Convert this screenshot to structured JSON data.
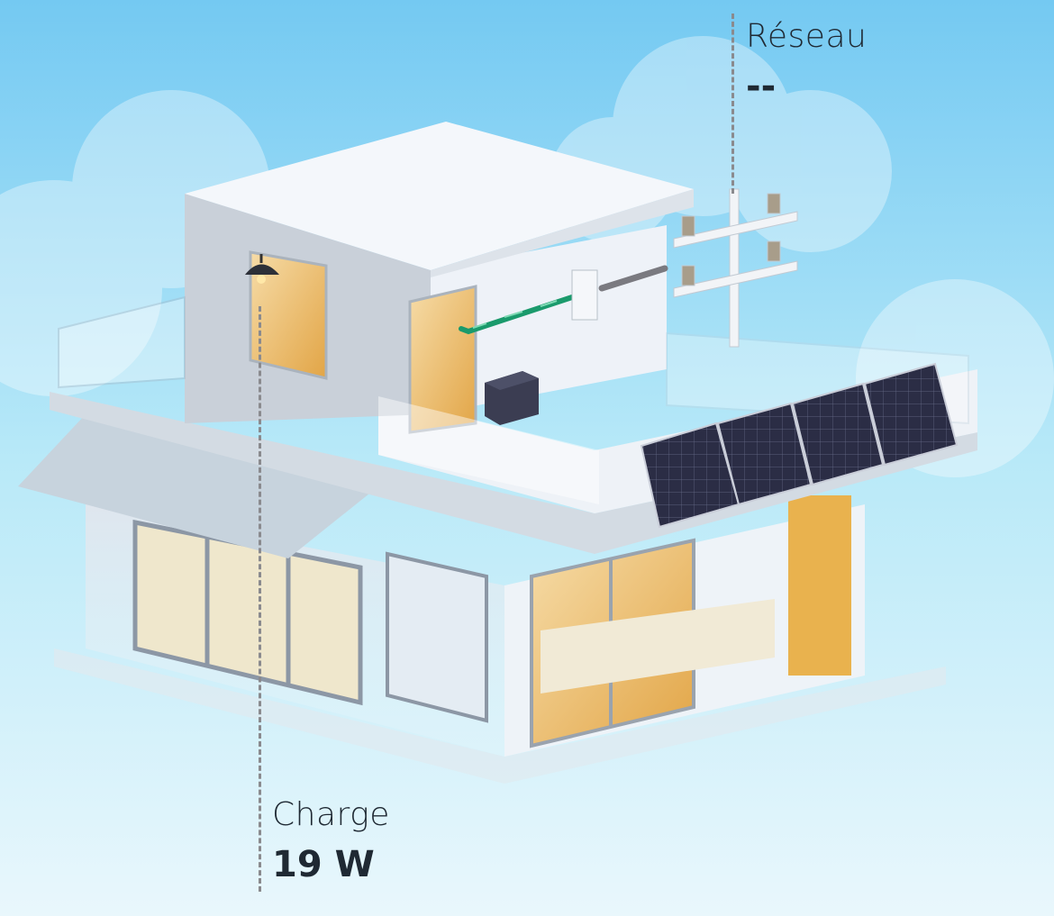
{
  "grid": {
    "label": "Réseau",
    "value": "--"
  },
  "load": {
    "label": "Charge",
    "value": "19 W"
  },
  "colors": {
    "sky_top": "#74c9f2",
    "sky_bottom": "#e8f7fc",
    "cable_active": "#1a9a6c",
    "cable_idle": "#7a7a80",
    "text": "#1f2933"
  }
}
